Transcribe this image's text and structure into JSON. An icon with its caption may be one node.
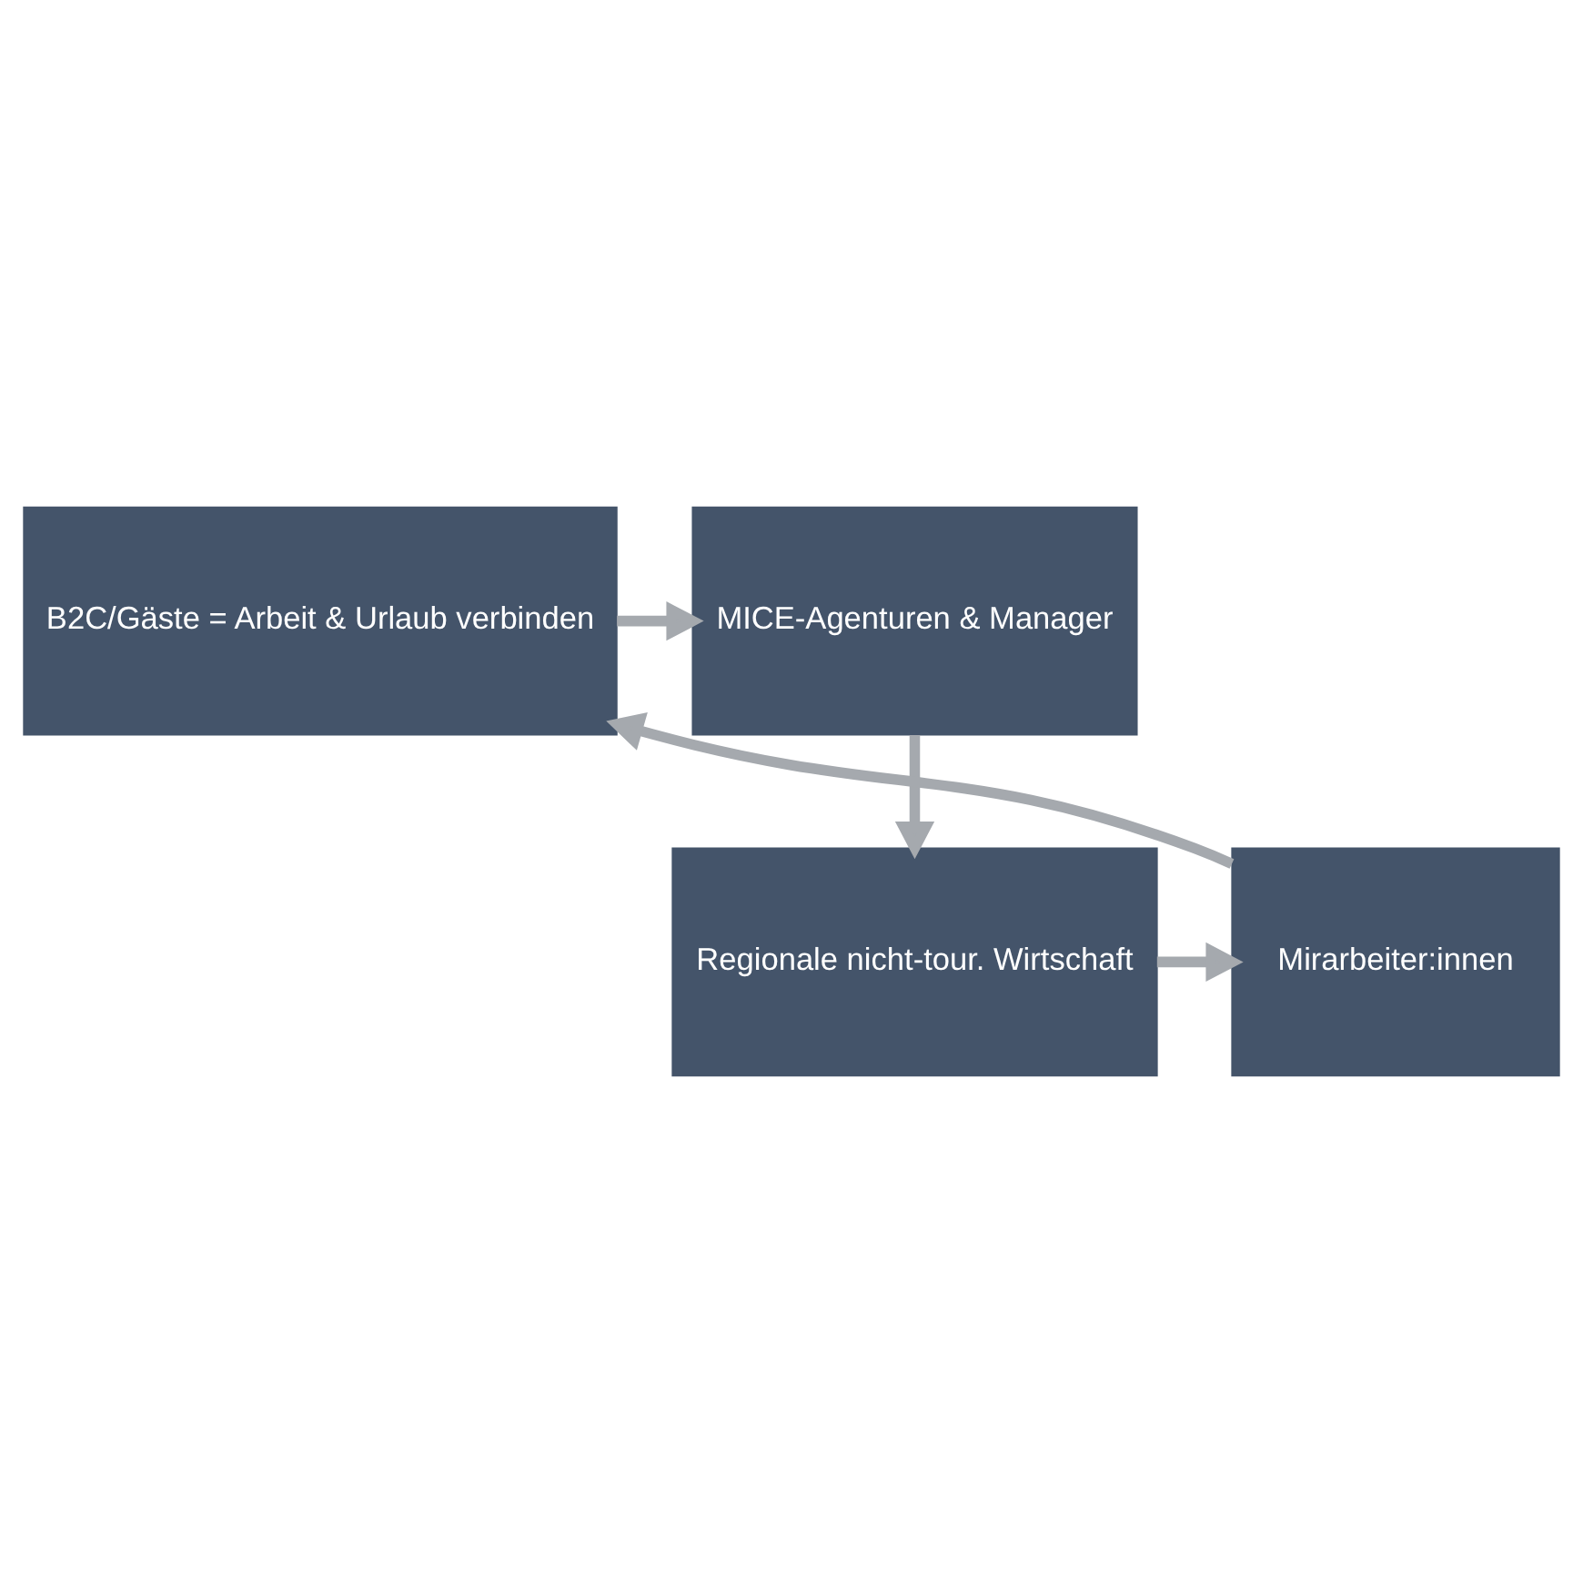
{
  "diagram": {
    "nodes": [
      {
        "text": [
          "B2C/Gäste = Arbeit & Urlaub verbinden"
        ]
      },
      {
        "text": [
          "MICE-Agenturen & Manager"
        ]
      },
      {
        "text": [
          "Regionale nicht-tour. Wirtschaft"
        ]
      },
      {
        "text": [
          "Mirarbeiter:innen"
        ]
      }
    ],
    "edges": [
      {
        "from": 0,
        "to": 1,
        "arrow": "to"
      },
      {
        "from": 1,
        "to": 2,
        "arrow": "to"
      },
      {
        "from": 2,
        "to": 3,
        "arrow": "to"
      },
      {
        "from": 3,
        "to": 0,
        "arrow": "to"
      }
    ]
  }
}
